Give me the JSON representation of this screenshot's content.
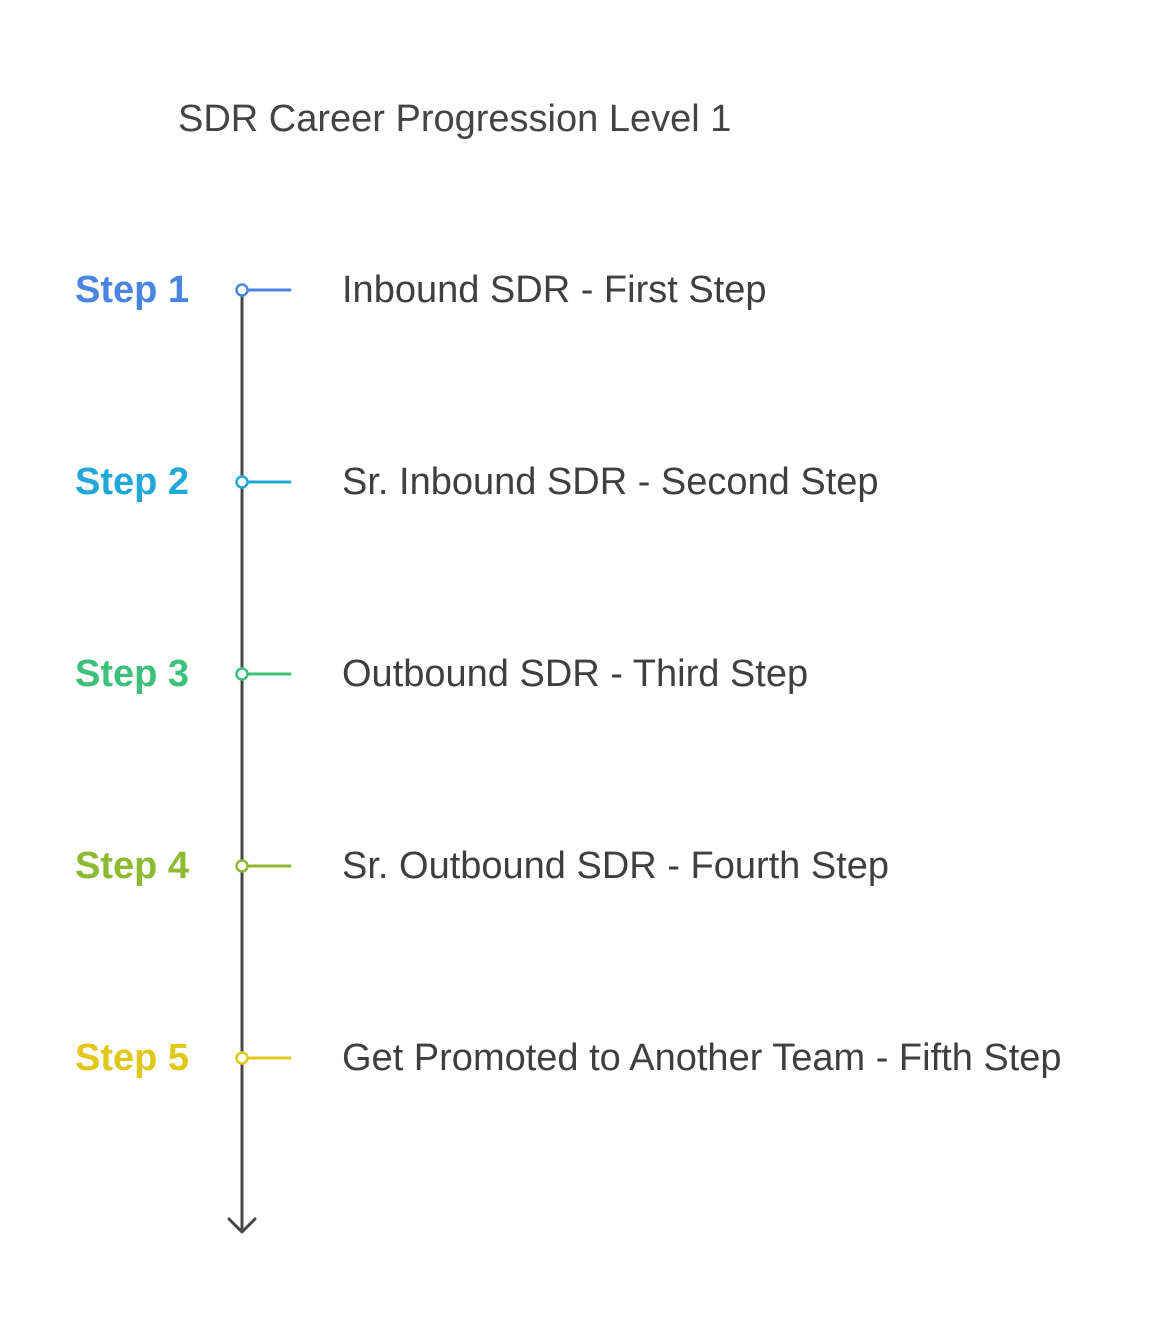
{
  "title": "SDR Career Progression Level 1",
  "colors": {
    "axis": "#474747",
    "text": "#3f3f3f",
    "title": "#444444"
  },
  "steps": [
    {
      "label": "Step 1",
      "text": "Inbound SDR - First Step",
      "color": "#4a86e0"
    },
    {
      "label": "Step 2",
      "text": "Sr. Inbound SDR - Second Step",
      "color": "#22a8d8"
    },
    {
      "label": "Step 3",
      "text": "Outbound SDR - Third Step",
      "color": "#3cc07a"
    },
    {
      "label": "Step 4",
      "text": "Sr. Outbound SDR - Fourth Step",
      "color": "#8dba32"
    },
    {
      "label": "Step 5",
      "text": "Get Promoted to Another Team - Fifth Step",
      "color": "#e0c81a"
    }
  ],
  "icons": {
    "axis_end": "arrow-down-icon",
    "node": "circle-icon"
  }
}
